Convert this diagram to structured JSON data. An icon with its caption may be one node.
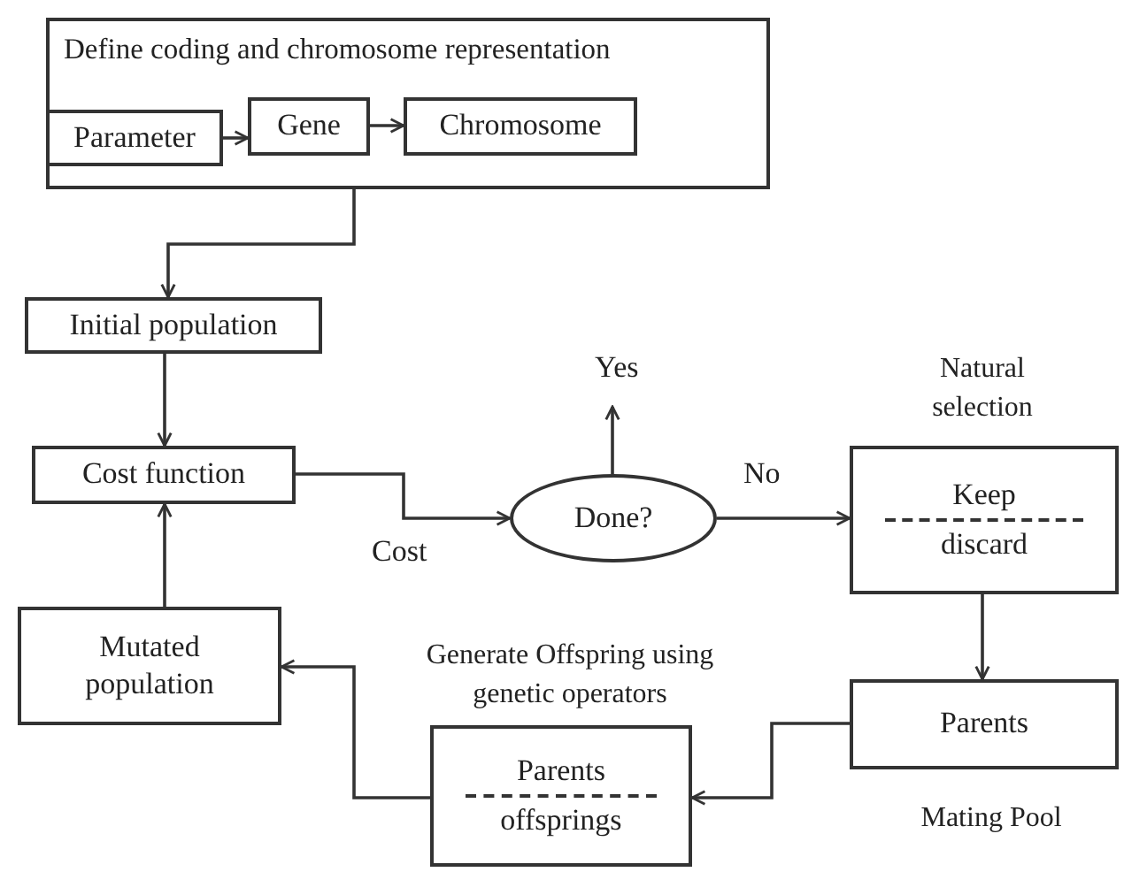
{
  "diagram": {
    "nodes": [
      {
        "text": [
          "Define coding and chromosome representation"
        ]
      },
      {
        "text": [
          "Parameter"
        ],
        "in": 0
      },
      {
        "text": [
          "Gene"
        ],
        "in": 0
      },
      {
        "text": [
          "Chromosome"
        ],
        "in": 0
      },
      {
        "text": [
          "Initial population"
        ]
      },
      {
        "text": [
          "Cost function"
        ]
      },
      {
        "text": [
          "Done?"
        ]
      },
      {
        "text": [
          "Keep",
          "discard"
        ],
        "beside": [
          "Natural selection"
        ]
      },
      {
        "text": [
          "Parents"
        ],
        "beside": [
          "Mating Pool"
        ]
      },
      {
        "text": [
          "Parents",
          "offsprings"
        ],
        "beside": [
          "Generate Offspring using genetic operators"
        ]
      },
      {
        "text": [
          "Mutated population"
        ]
      }
    ],
    "edges": [
      {
        "from": 1,
        "to": 2,
        "arrow": "to"
      },
      {
        "from": 2,
        "to": 3,
        "arrow": "to"
      },
      {
        "from": 0,
        "to": 4,
        "arrow": "to"
      },
      {
        "from": 4,
        "to": 5,
        "arrow": "to"
      },
      {
        "from": 5,
        "to": 6,
        "arrow": "to",
        "label": "Cost"
      },
      {
        "from": 6,
        "to": null,
        "arrow": "to",
        "label": "Yes"
      },
      {
        "from": 6,
        "to": 7,
        "arrow": "to",
        "label": "No"
      },
      {
        "from": 7,
        "to": 8,
        "arrow": "to"
      },
      {
        "from": 8,
        "to": 9,
        "arrow": "to"
      },
      {
        "from": 9,
        "to": 10,
        "arrow": "to"
      },
      {
        "from": 10,
        "to": 5,
        "arrow": "to"
      }
    ]
  }
}
